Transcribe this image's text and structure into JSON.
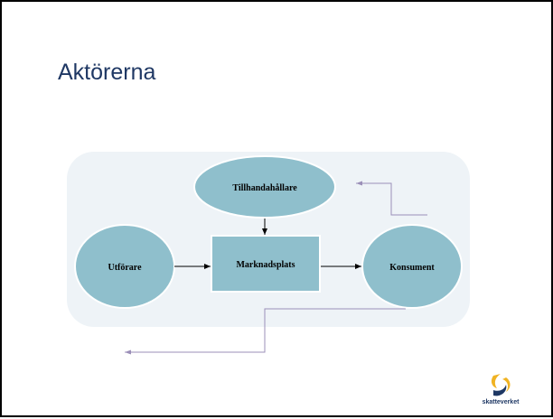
{
  "slide": {
    "title": "Aktörerna"
  },
  "diagram": {
    "nodes": {
      "provider": "Tillhandahållare",
      "performer": "Utförare",
      "marketplace": "Marknadsplats",
      "consumer": "Konsument"
    }
  },
  "logo": {
    "text": "skatteverket"
  },
  "colors": {
    "title": "#1f3864",
    "panel_background": "#eef3f7",
    "node_fill": "#8fbfcc",
    "node_stroke": "#ffffff",
    "arrow": "#000000",
    "feedback_line": "#9b8fb8"
  }
}
